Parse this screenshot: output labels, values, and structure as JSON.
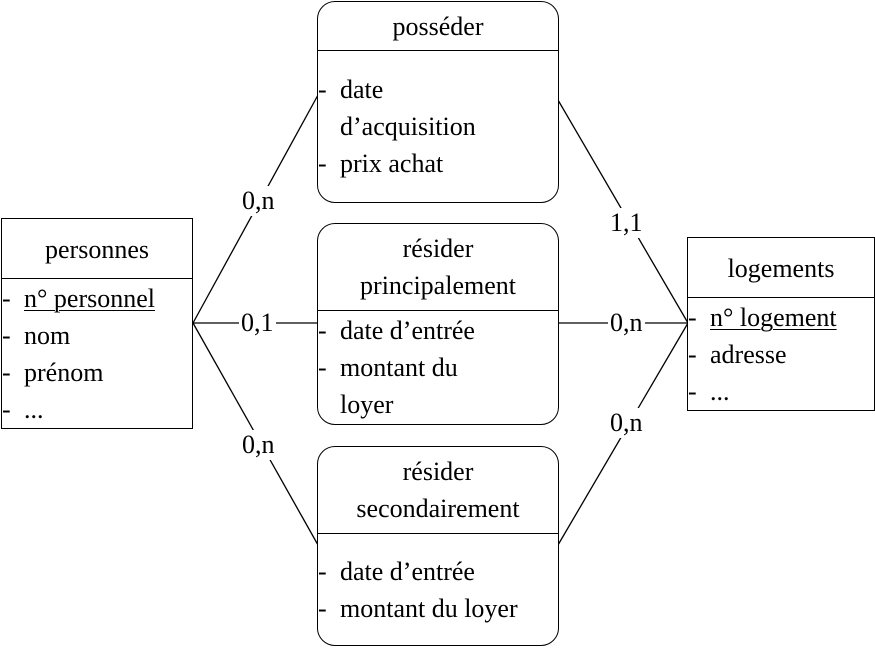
{
  "entities": {
    "personnes": {
      "name": "personnes",
      "attributes": [
        {
          "text": "n° personnel",
          "identifier": true
        },
        {
          "text": "nom"
        },
        {
          "text": "prénom"
        },
        {
          "text": "..."
        }
      ]
    },
    "logements": {
      "name": "logements",
      "attributes": [
        {
          "text": "n° logement",
          "identifier": true
        },
        {
          "text": "adresse"
        },
        {
          "text": "..."
        }
      ]
    }
  },
  "associations": {
    "posseder": {
      "name": "posséder",
      "attributes": [
        {
          "lines": [
            "date",
            "d’acquisition"
          ]
        },
        {
          "lines": [
            "prix achat"
          ]
        }
      ]
    },
    "resider_principalement": {
      "name_lines": [
        "résider",
        "principalement"
      ],
      "attributes": [
        {
          "lines": [
            "date d’entrée"
          ]
        },
        {
          "lines": [
            "montant du",
            "loyer"
          ]
        }
      ]
    },
    "resider_secondairement": {
      "name_lines": [
        "résider",
        "secondairement"
      ],
      "attributes": [
        {
          "lines": [
            "date d’entrée"
          ]
        },
        {
          "lines": [
            "montant du loyer"
          ]
        }
      ]
    }
  },
  "dash": "-",
  "cardinalities": {
    "personnes_posseder": "0,n",
    "personnes_principal": "0,1",
    "personnes_secondaire": "0,n",
    "posseder_logements": "1,1",
    "principal_logements": "0,n",
    "secondaire_logements": "0,n"
  }
}
